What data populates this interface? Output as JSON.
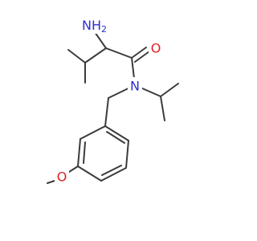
{
  "molecule": {
    "atoms": {
      "amine": {
        "text": "NH",
        "sub": "2",
        "color": "#2e2ecf"
      },
      "carbonyl_oxygen": {
        "text": "O",
        "color": "#e02020"
      },
      "amide_nitrogen": {
        "text": "N",
        "color": "#2e2ecf"
      },
      "ether_oxygen": {
        "text": "O",
        "color": "#e02020"
      }
    },
    "bond_color": "#3b3b3b"
  }
}
